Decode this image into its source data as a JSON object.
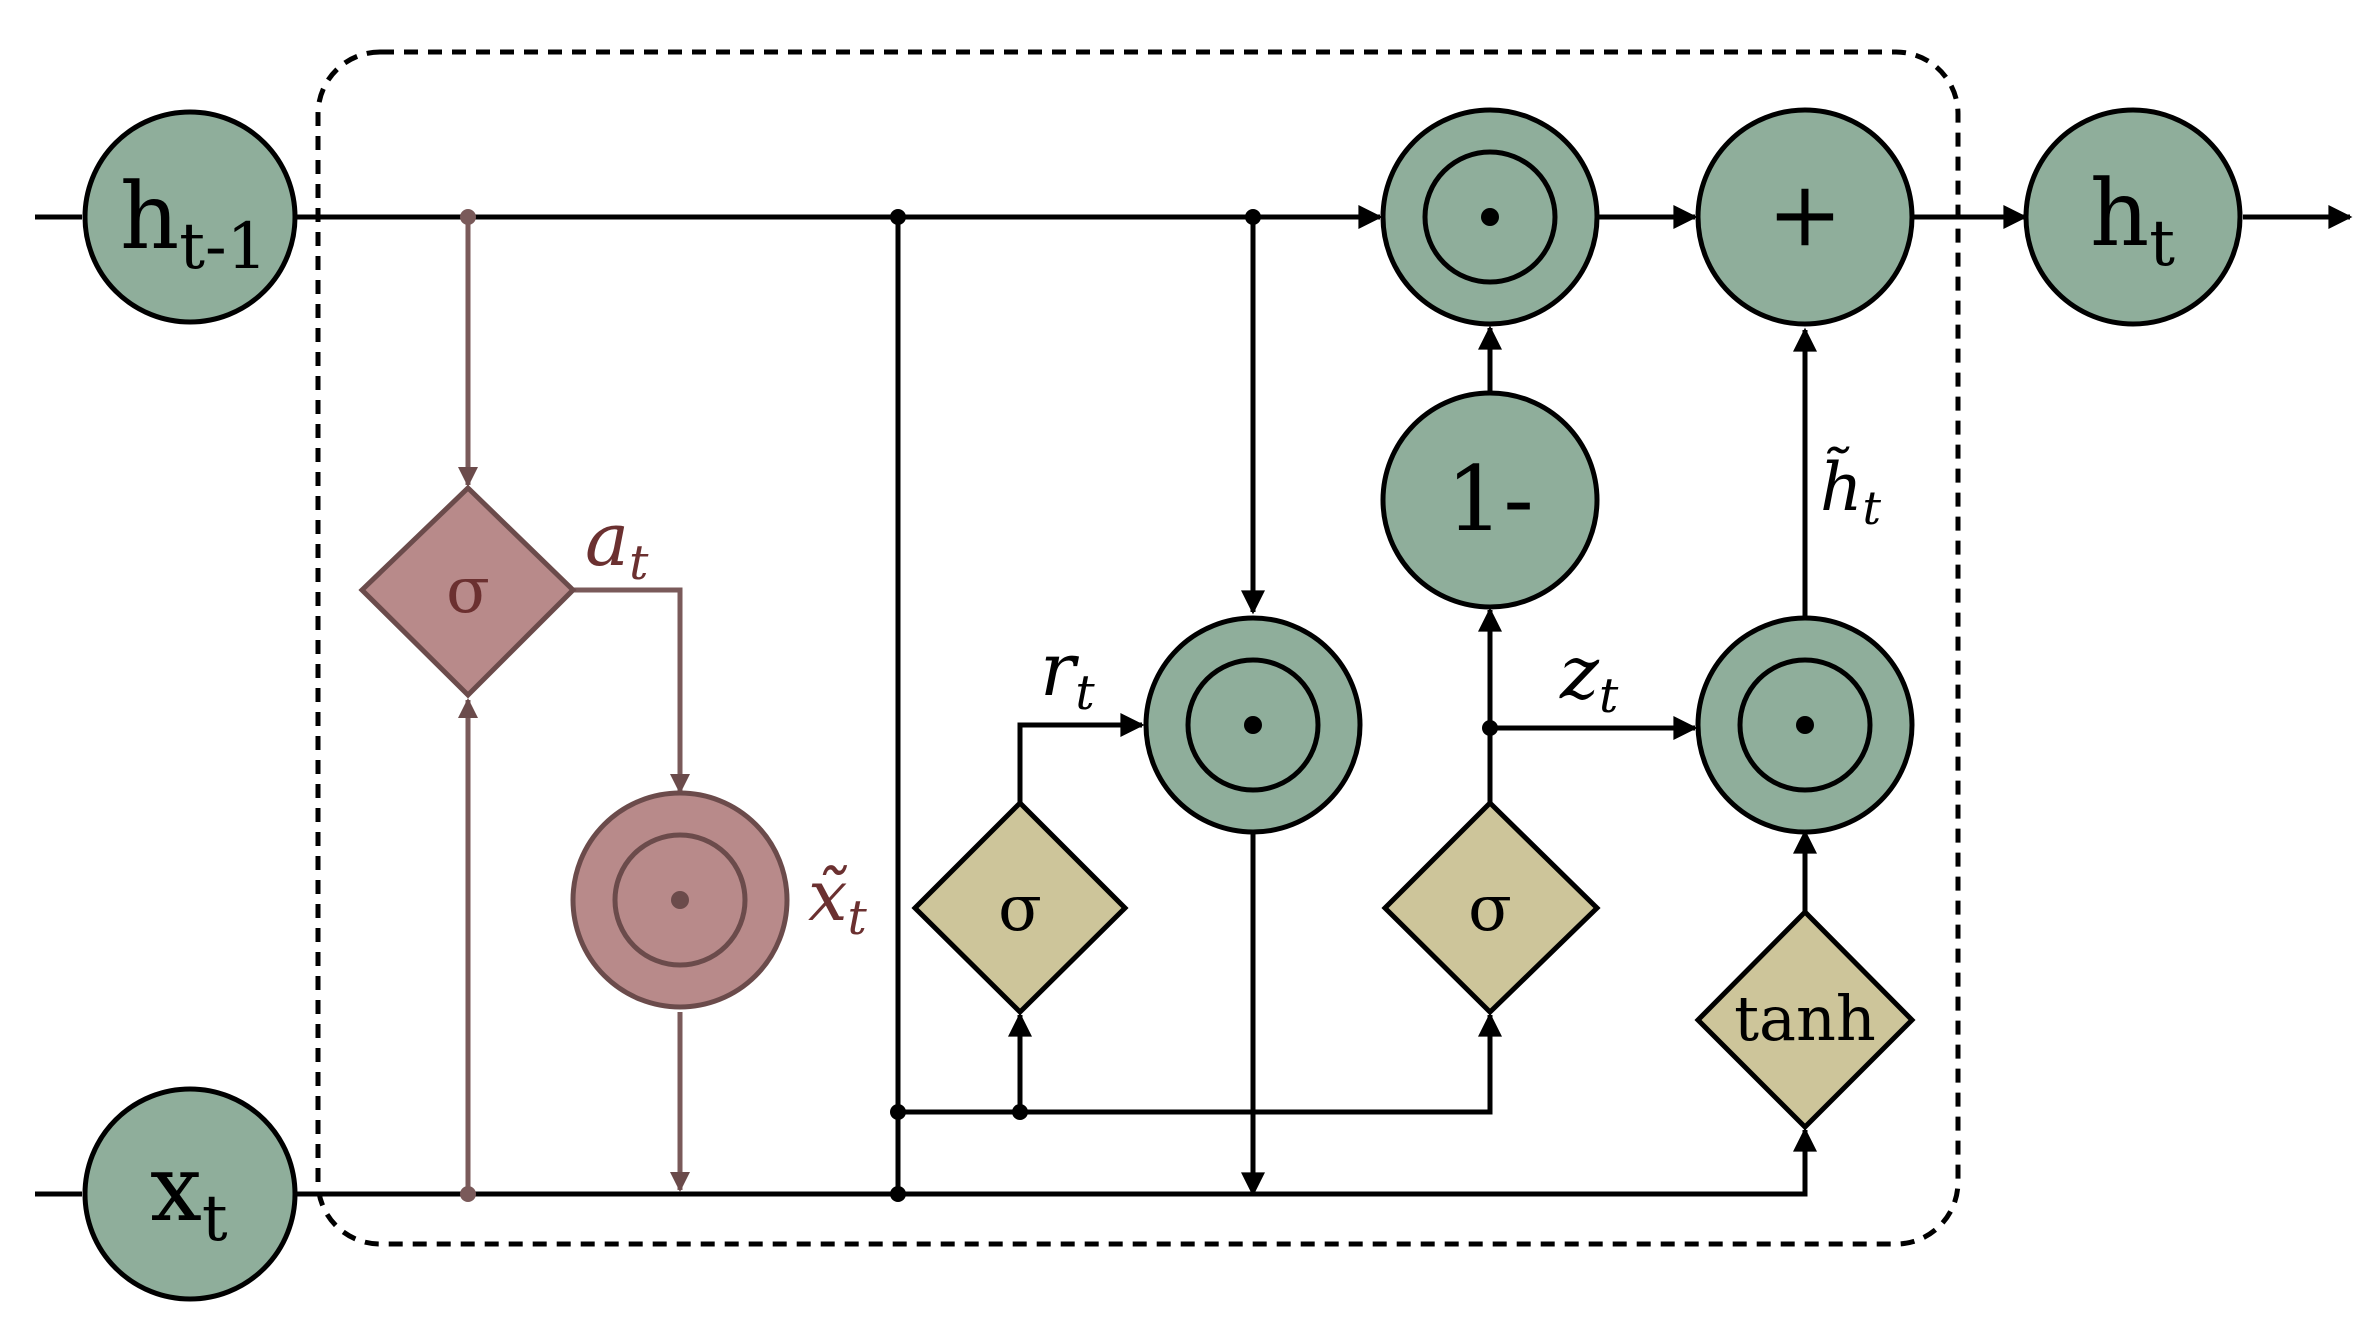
{
  "colors": {
    "background": "#ffffff",
    "line": "#000000",
    "attention_line": "#7a5a5a",
    "node_fill": "#8fae9b",
    "attention_fill": "#b88a8a",
    "attention_stroke": "#6b4b4b",
    "gate_fill": "#cdc59a",
    "attention_text": "#6b3030"
  },
  "nodes": {
    "h_prev": {
      "base": "h",
      "sub": "t-1"
    },
    "x_t": {
      "base": "x",
      "sub": "t"
    },
    "h_t": {
      "base": "h",
      "sub": "t"
    },
    "one_minus": {
      "text": "1-"
    },
    "plus": {
      "text": "+"
    },
    "mult_symbol": "⊙"
  },
  "gates": {
    "attention_sigma": "σ",
    "reset_sigma": "σ",
    "update_sigma": "σ",
    "tanh": "tanh"
  },
  "labels": {
    "a_t": {
      "base": "a",
      "sub": "t"
    },
    "x_tilde": {
      "base": "x̃",
      "sub": "t"
    },
    "r_t": {
      "base": "r",
      "sub": "t"
    },
    "z_t": {
      "base": "z",
      "sub": "t"
    },
    "h_tilde": {
      "base": "h̃",
      "sub": "t"
    }
  },
  "icons": {
    "multiply": "hadamard-product-icon",
    "add": "plus-icon",
    "arrow": "arrow-head-icon"
  }
}
